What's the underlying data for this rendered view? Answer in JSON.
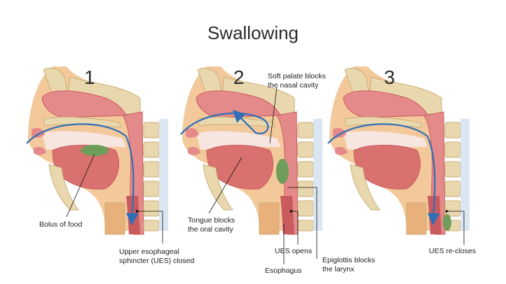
{
  "title": "Swallowing",
  "panels": [
    {
      "number": "1",
      "labels": [
        "Bolus of food",
        "Upper esophageal",
        "sphincter (UES) closed"
      ]
    },
    {
      "number": "2",
      "labels": [
        "Soft palate blocks",
        "the nasal cavity",
        "Tongue blocks",
        "the oral cavity",
        "UES opens",
        "Epiglottis blocks",
        "the larynx",
        "Esophagus"
      ]
    },
    {
      "number": "3",
      "labels": [
        "UES re-closes"
      ]
    }
  ],
  "colors": {
    "bone": "#e9d8ae",
    "bone_dark": "#c9ae78",
    "tissue": "#e58a8a",
    "tissue_dark": "#c95a5e",
    "tongue": "#d9716f",
    "cavity": "#f7e6e0",
    "bolus": "#6f9e5a",
    "arrow": "#2f6fb7",
    "skin": "#f3c99c",
    "text": "#222222"
  }
}
